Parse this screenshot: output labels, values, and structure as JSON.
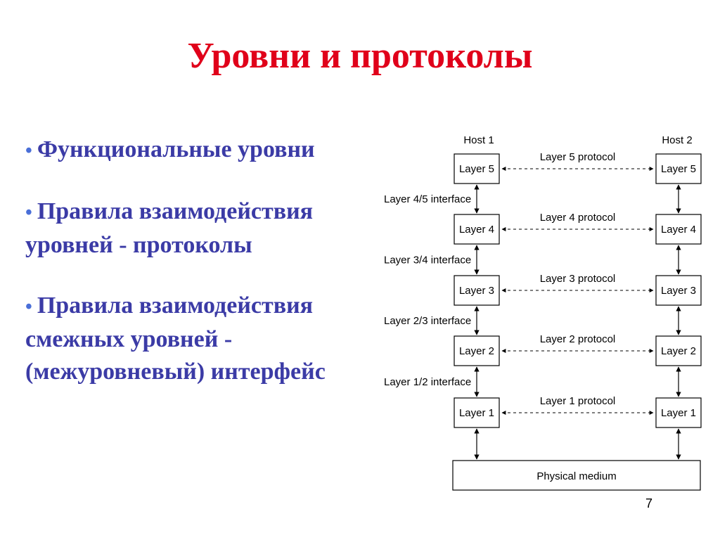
{
  "title": "Уровни и протоколы",
  "colors": {
    "title": "#e0001a",
    "bullet_text": "#3b3ba6",
    "bullet_dot": "#4a6fd8",
    "diagram": "#000000"
  },
  "bullets": [
    {
      "lines": [
        "Функциональные уровни"
      ]
    },
    {
      "lines": [
        "Правила взаимодействия",
        "уровней - протоколы"
      ]
    },
    {
      "lines": [
        "Правила взаимодействия",
        "смежных уровней -",
        "(межуровневый) интерфейс"
      ]
    }
  ],
  "diagram": {
    "host1_label": "Host 1",
    "host2_label": "Host 2",
    "layers": [
      {
        "name": "Layer 5",
        "protocol": "Layer 5 protocol"
      },
      {
        "name": "Layer 4",
        "protocol": "Layer 4 protocol"
      },
      {
        "name": "Layer 3",
        "protocol": "Layer 3 protocol"
      },
      {
        "name": "Layer 2",
        "protocol": "Layer 2 protocol"
      },
      {
        "name": "Layer 1",
        "protocol": "Layer 1 protocol"
      }
    ],
    "interfaces": [
      "Layer 4/5 interface",
      "Layer 3/4 interface",
      "Layer 2/3 interface",
      "Layer 1/2 interface"
    ],
    "physical_medium": "Physical medium"
  },
  "page_number": "7"
}
